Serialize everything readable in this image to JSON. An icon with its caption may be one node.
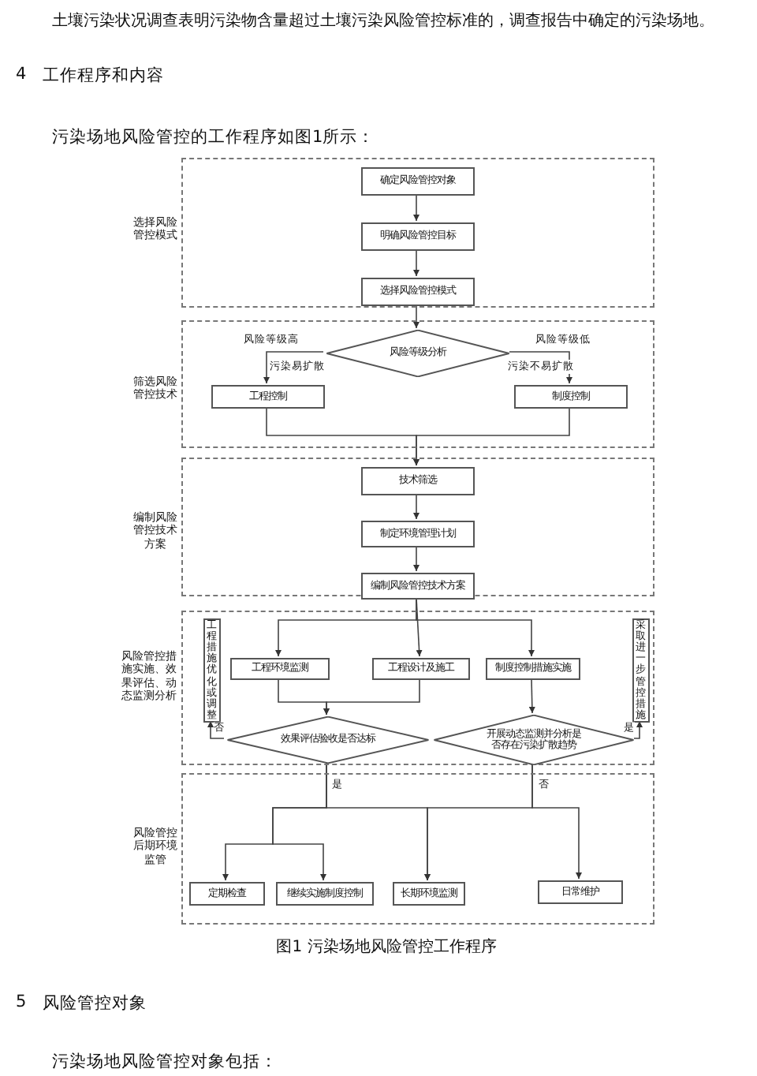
{
  "diagram": {
    "caption": "图1 污染场地风险管控工作程序",
    "nodes": [
      {
        "text": [
          "选择风险管控模式"
        ]
      },
      {
        "text": [
          "确定风险管控对象"
        ],
        "in": 0
      },
      {
        "text": [
          "明确风险管控目标"
        ],
        "in": 0
      },
      {
        "text": [
          "选择风险管控模式"
        ],
        "in": 0
      },
      {
        "text": [
          "筛选风险管控技术"
        ]
      },
      {
        "text": [
          "风险等级分析"
        ],
        "in": 4
      },
      {
        "text": [
          "工程控制"
        ],
        "in": 4
      },
      {
        "text": [
          "制度控制"
        ],
        "in": 4
      },
      {
        "text": [
          "编制风险管控技术方案"
        ]
      },
      {
        "text": [
          "技术筛选"
        ],
        "in": 8
      },
      {
        "text": [
          "制定环境管理计划"
        ],
        "in": 8
      },
      {
        "text": [
          "编制风险管控技术方案"
        ],
        "in": 8
      },
      {
        "text": [
          "风险管控措施实施、效果评估、动态监测分析"
        ]
      },
      {
        "text": [
          "工程措施优化或调整"
        ],
        "in": 12
      },
      {
        "text": [
          "工程环境监测"
        ],
        "in": 12
      },
      {
        "text": [
          "工程设计及施工"
        ],
        "in": 12
      },
      {
        "text": [
          "制度控制措施实施"
        ],
        "in": 12
      },
      {
        "text": [
          "采取进一步管控措施"
        ],
        "in": 12
      },
      {
        "text": [
          "效果评估验收是否达标"
        ],
        "in": 12
      },
      {
        "text": [
          "开展动态监测并分析是否存在污染扩散趋势"
        ],
        "in": 12
      },
      {
        "text": [
          "风险管控后期环境监管"
        ]
      },
      {
        "text": [
          "定期检查"
        ],
        "in": 20
      },
      {
        "text": [
          "继续实施制度控制"
        ],
        "in": 20
      },
      {
        "text": [
          "长期环境监测"
        ],
        "in": 20
      },
      {
        "text": [
          "日常维护"
        ],
        "in": 20
      }
    ],
    "edges": [
      {
        "from": 1,
        "to": 2,
        "arrow": "to"
      },
      {
        "from": 2,
        "to": 3,
        "arrow": "to"
      },
      {
        "from": 3,
        "to": 5,
        "arrow": "to"
      },
      {
        "from": 5,
        "to": 6,
        "arrow": "to",
        "label": "风险等级高"
      },
      {
        "from": 5,
        "to": 7,
        "arrow": "to",
        "label": "风险等级低"
      },
      {
        "from": 6,
        "to": 9,
        "arrow": "to"
      },
      {
        "from": 7,
        "to": 9,
        "arrow": "to"
      },
      {
        "from": 9,
        "to": 10,
        "arrow": "to"
      },
      {
        "from": 10,
        "to": 11,
        "arrow": "to"
      },
      {
        "from": 11,
        "to": 14,
        "arrow": "to"
      },
      {
        "from": 11,
        "to": 15,
        "arrow": "to"
      },
      {
        "from": 11,
        "to": 16,
        "arrow": "to"
      },
      {
        "from": 14,
        "to": 18,
        "arrow": "to"
      },
      {
        "from": 15,
        "to": 18,
        "arrow": "to"
      },
      {
        "from": 16,
        "to": 19,
        "arrow": "to"
      },
      {
        "from": 18,
        "to": 13,
        "arrow": "to",
        "label": "否"
      },
      {
        "from": 19,
        "to": 17,
        "arrow": "to",
        "label": "是"
      },
      {
        "from": 18,
        "to": 21,
        "arrow": "to",
        "label": "是"
      },
      {
        "from": 18,
        "to": 22,
        "arrow": "to"
      },
      {
        "from": 18,
        "to": 23,
        "arrow": "to"
      },
      {
        "from": 19,
        "to": 23,
        "arrow": "to",
        "label": "否"
      },
      {
        "from": 19,
        "to": 24,
        "arrow": "to"
      }
    ],
    "labels": [
      "土壤污染状况调查表明污染物含量超过土壤污染风险管控标准的，调查报告中确定的污染场地。",
      "4",
      "工作程序和内容",
      "污染场地风险管控的工作程序如图1所示：",
      "污染易扩散",
      "污染不易扩散",
      "5",
      "风险管控对象",
      "污染场地风险管控对象包括："
    ]
  }
}
